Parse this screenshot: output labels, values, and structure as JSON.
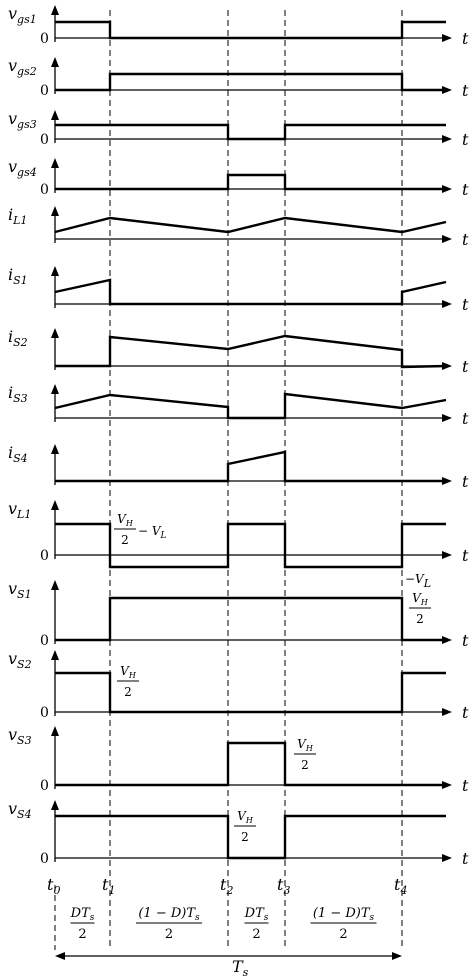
{
  "axis_symbol": "t",
  "zero_label": "0",
  "signals": [
    {
      "id": "vgs1",
      "sym": "v",
      "sub": "gs1",
      "zero": true
    },
    {
      "id": "vgs2",
      "sym": "v",
      "sub": "gs2",
      "zero": true
    },
    {
      "id": "vgs3",
      "sym": "v",
      "sub": "gs3",
      "zero": true
    },
    {
      "id": "vgs4",
      "sym": "v",
      "sub": "gs4",
      "zero": true
    },
    {
      "id": "iL1",
      "sym": "i",
      "sub": "L1",
      "zero": false
    },
    {
      "id": "iS1",
      "sym": "i",
      "sub": "S1",
      "zero": false
    },
    {
      "id": "iS2",
      "sym": "i",
      "sub": "S2",
      "zero": false
    },
    {
      "id": "iS3",
      "sym": "i",
      "sub": "S3",
      "zero": false
    },
    {
      "id": "iS4",
      "sym": "i",
      "sub": "S4",
      "zero": false
    },
    {
      "id": "vL1",
      "sym": "v",
      "sub": "L1",
      "zero": true
    },
    {
      "id": "vS1",
      "sym": "v",
      "sub": "S1",
      "zero": true
    },
    {
      "id": "vS2",
      "sym": "v",
      "sub": "S2",
      "zero": true
    },
    {
      "id": "vS3",
      "sym": "v",
      "sub": "S3",
      "zero": true
    },
    {
      "id": "vS4",
      "sym": "v",
      "sub": "S4",
      "zero": true
    }
  ],
  "time_marks": [
    {
      "sym": "t",
      "sub": "0"
    },
    {
      "sym": "t",
      "sub": "1"
    },
    {
      "sym": "t",
      "sub": "2"
    },
    {
      "sym": "t",
      "sub": "3"
    },
    {
      "sym": "t",
      "sub": "4"
    }
  ],
  "intervals": [
    {
      "num": "DT",
      "num_sub": "s",
      "den": "2"
    },
    {
      "num": "(1 − D)T",
      "num_sub": "s",
      "den": "2"
    },
    {
      "num": "DT",
      "num_sub": "s",
      "den": "2"
    },
    {
      "num": "(1 − D)T",
      "num_sub": "s",
      "den": "2"
    }
  ],
  "period_label": {
    "sym": "T",
    "sub": "s"
  },
  "annotations": {
    "vL1_pos": {
      "num": "V",
      "num_sub": "H",
      "den": "2",
      "tail": " − V",
      "tail_sub": "L"
    },
    "vL1_neg": {
      "text": "−V",
      "sub": "L"
    },
    "vS_half": {
      "num": "V",
      "num_sub": "H",
      "den": "2"
    }
  }
}
